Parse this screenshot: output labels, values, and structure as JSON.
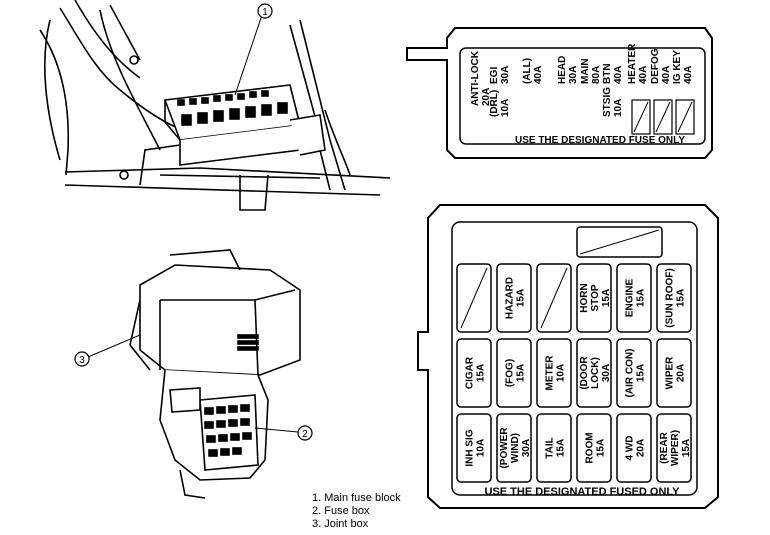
{
  "callouts": [
    "1",
    "2",
    "3"
  ],
  "legend": [
    "1. Main fuse block",
    "2. Fuse box",
    "3. Joint box"
  ],
  "main_fuse_block": {
    "footer": "USE THE DESIGNATED FUSE ONLY",
    "fuses": [
      {
        "name": "ANTI-LOCK",
        "amp": "20A"
      },
      {
        "name": "EGI",
        "amp": "30A"
      },
      {
        "name": "(DRL)",
        "amp": "10A"
      },
      {
        "name": "(ALL)",
        "amp": "40A"
      },
      {
        "name": "HEAD",
        "amp": "30A"
      },
      {
        "name": "MAIN",
        "amp": "80A"
      },
      {
        "name": "BTN",
        "amp": "40A"
      },
      {
        "name": "STSIG",
        "amp": "10A"
      },
      {
        "name": "HEATER",
        "amp": "40A"
      },
      {
        "name": "DEFOG",
        "amp": "40A"
      },
      {
        "name": "IG KEY",
        "amp": "40A"
      }
    ]
  },
  "fuse_box": {
    "footer": "USE THE DESIGNATED FUSED ONLY",
    "rows": [
      [
        {
          "l1": "",
          "l2": "",
          "empty": true
        },
        {
          "l1": "HAZARD",
          "l2": "15A"
        },
        {
          "l1": "",
          "l2": "",
          "empty": true
        },
        {
          "l1": "HORN",
          "l2": "STOP",
          "l3": "15A"
        },
        {
          "l1": "ENGINE",
          "l2": "15A"
        },
        {
          "l1": "(SUN ROOF)",
          "l2": "15A"
        }
      ],
      [
        {
          "l1": "CIGAR",
          "l2": "15A"
        },
        {
          "l1": "(FOG)",
          "l2": "15A"
        },
        {
          "l1": "METER",
          "l2": "10A"
        },
        {
          "l1": "(DOOR",
          "l2": "LOCK)",
          "l3": "30A"
        },
        {
          "l1": "(AIR CON)",
          "l2": "15A"
        },
        {
          "l1": "WIPER",
          "l2": "20A"
        }
      ],
      [
        {
          "l1": "INH SIG",
          "l2": "10A"
        },
        {
          "l1": "(POWER",
          "l2": "WIND)",
          "l3": "30A"
        },
        {
          "l1": "TAIL",
          "l2": "15A"
        },
        {
          "l1": "ROOM",
          "l2": "15A"
        },
        {
          "l1": "4 WD",
          "l2": "20A"
        },
        {
          "l1": "(REAR",
          "l2": "WIPER)",
          "l3": "15A"
        }
      ]
    ]
  }
}
